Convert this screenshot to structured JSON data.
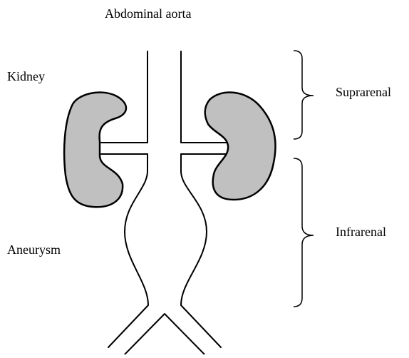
{
  "diagram": {
    "title": "Abdominal aorta",
    "labels": {
      "kidney": "Kidney",
      "aneurysm": "Aneurysm",
      "suprarenal": "Suprarenal",
      "infrarenal": "Infrarenal"
    },
    "colors": {
      "kidney_fill": "#c0c0c0",
      "stroke": "#000000",
      "background": "#ffffff"
    }
  }
}
